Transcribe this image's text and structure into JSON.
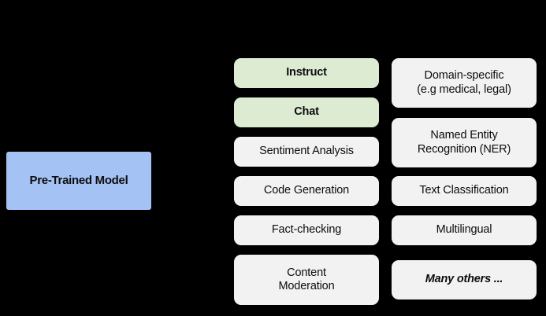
{
  "diagram": {
    "background_color": "#000000",
    "text_color": "#0d0d0d",
    "root": {
      "label": "Pre-Trained Model",
      "color": "#a4c2f4"
    },
    "columns": [
      {
        "name": "column-a",
        "items": [
          {
            "label": "Instruct",
            "color": "#dcebd2",
            "emphasis": "bold"
          },
          {
            "label": "Chat",
            "color": "#dcebd2",
            "emphasis": "bold"
          },
          {
            "label": "Sentiment Analysis",
            "color": "#f2f2f2",
            "emphasis": "none"
          },
          {
            "label": "Code Generation",
            "color": "#f2f2f2",
            "emphasis": "none"
          },
          {
            "label": "Fact-checking",
            "color": "#f2f2f2",
            "emphasis": "none"
          },
          {
            "label": "Content\nModeration",
            "color": "#f2f2f2",
            "emphasis": "none"
          }
        ]
      },
      {
        "name": "column-b",
        "items": [
          {
            "label": "Domain-specific\n(e.g medical, legal)",
            "color": "#f2f2f2",
            "emphasis": "none"
          },
          {
            "label": "Named Entity\nRecognition (NER)",
            "color": "#f2f2f2",
            "emphasis": "none"
          },
          {
            "label": "Text Classification",
            "color": "#f2f2f2",
            "emphasis": "none"
          },
          {
            "label": "Multilingual",
            "color": "#f2f2f2",
            "emphasis": "none"
          },
          {
            "label": "Many others ...",
            "color": "#f2f2f2",
            "emphasis": "bold-italic"
          }
        ]
      }
    ]
  }
}
